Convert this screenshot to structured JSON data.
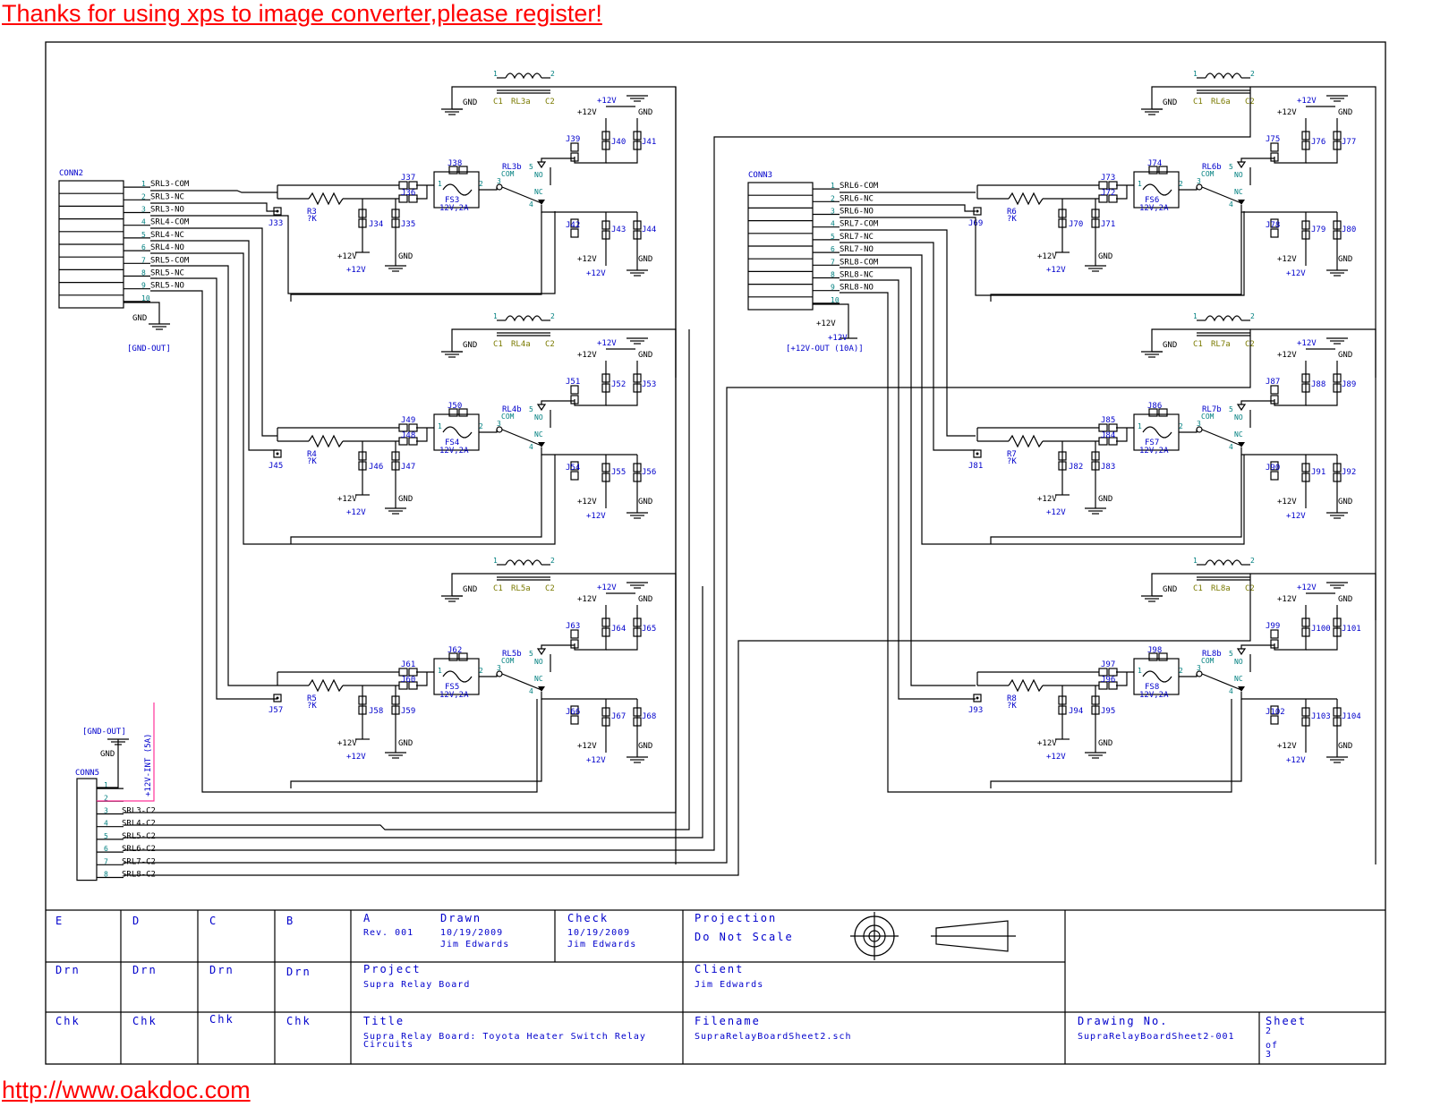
{
  "banner": "Thanks for using xps to image converter,please register!",
  "footer_link": "http://www.oakdoc.com",
  "connectors": {
    "conn2": {
      "name": "CONN2",
      "pins": [
        "1",
        "2",
        "3",
        "4",
        "5",
        "6",
        "7",
        "8",
        "9",
        "10"
      ],
      "signals": [
        "SRL3-COM",
        "SRL3-NC",
        "SRL3-NO",
        "SRL4-COM",
        "SRL4-NC",
        "SRL4-NO",
        "SRL5-COM",
        "SRL5-NC",
        "SRL5-NO"
      ],
      "gnd": "GND",
      "gnd_net": "[GND-OUT]"
    },
    "conn3": {
      "name": "CONN3",
      "pins": [
        "1",
        "2",
        "3",
        "4",
        "5",
        "6",
        "7",
        "8",
        "9",
        "10"
      ],
      "signals": [
        "SRL6-COM",
        "SRL6-NC",
        "SRL6-NO",
        "SRL7-COM",
        "SRL7-NC",
        "SRL7-NO",
        "SRL8-COM",
        "SRL8-NC",
        "SRL8-NO"
      ],
      "pwr": "+12V",
      "pwr2": "+12V",
      "pwr_net": "[+12V-OUT (10A)]"
    },
    "conn5": {
      "name": "CONN5",
      "pins": [
        "1",
        "2",
        "3",
        "4",
        "5",
        "6",
        "7",
        "8"
      ],
      "signals": [
        "SRL3-C2",
        "SRL4-C2",
        "SRL5-C2",
        "SRL6-C2",
        "SRL7-C2",
        "SRL8-C2"
      ],
      "gnd_net": "[GND-OUT]",
      "gnd": "GND",
      "pwr_net": "+12V-INT (5A)"
    }
  },
  "common": {
    "gnd": "GND",
    "p12": "+12V",
    "c1": "C1",
    "c2": "C2",
    "com": "COM",
    "no": "NO",
    "nc": "NC",
    "rval": "?K",
    "fval": "12V,2A",
    "pin1": "1",
    "pin2": "2",
    "pin3": "3",
    "pin4": "4",
    "pin5": "5"
  },
  "relays": [
    {
      "coil": "RL3a",
      "sw": "RL3b",
      "fuse": "FS3",
      "res": "R3",
      "j": [
        "J33",
        "J34",
        "J35",
        "J36",
        "J37",
        "J38",
        "J39",
        "J40",
        "J41",
        "J42",
        "J43",
        "J44"
      ]
    },
    {
      "coil": "RL4a",
      "sw": "RL4b",
      "fuse": "FS4",
      "res": "R4",
      "j": [
        "J45",
        "J46",
        "J47",
        "J48",
        "J49",
        "J50",
        "J51",
        "J52",
        "J53",
        "J54",
        "J55",
        "J56"
      ]
    },
    {
      "coil": "RL5a",
      "sw": "RL5b",
      "fuse": "FS5",
      "res": "R5",
      "j": [
        "J57",
        "J58",
        "J59",
        "J60",
        "J61",
        "J62",
        "J63",
        "J64",
        "J65",
        "J66",
        "J67",
        "J68"
      ]
    },
    {
      "coil": "RL6a",
      "sw": "RL6b",
      "fuse": "FS6",
      "res": "R6",
      "j": [
        "J69",
        "J70",
        "J71",
        "J72",
        "J73",
        "J74",
        "J75",
        "J76",
        "J77",
        "J78",
        "J79",
        "J80"
      ]
    },
    {
      "coil": "RL7a",
      "sw": "RL7b",
      "fuse": "FS7",
      "res": "R7",
      "j": [
        "J81",
        "J82",
        "J83",
        "J84",
        "J85",
        "J86",
        "J87",
        "J88",
        "J89",
        "J90",
        "J91",
        "J92"
      ]
    },
    {
      "coil": "RL8a",
      "sw": "RL8b",
      "fuse": "FS8",
      "res": "R8",
      "j": [
        "J93",
        "J94",
        "J95",
        "J96",
        "J97",
        "J98",
        "J99",
        "J100",
        "J101",
        "J102",
        "J103",
        "J104"
      ]
    }
  ],
  "title_block": {
    "zones": [
      "E",
      "D",
      "C",
      "B",
      "A"
    ],
    "rev": "Rev. 001",
    "drawn_label": "Drawn",
    "drawn_date": "10/19/2009",
    "drawn_by": "Jim Edwards",
    "check_label": "Check",
    "check_date": "10/19/2009",
    "check_by": "Jim Edwards",
    "projection_label": "Projection",
    "projection_value": "Do Not Scale",
    "drn": "Drn",
    "chk": "Chk",
    "project_label": "Project",
    "project_value": "Supra Relay Board",
    "client_label": "Client",
    "client_value": "Jim Edwards",
    "title_label": "Title",
    "title_value_1": "Supra Relay Board: Toyota Heater Switch Relay",
    "title_value_2": "Circuits",
    "filename_label": "Filename",
    "filename_value": "SupraRelayBoardSheet2.sch",
    "drawing_no_label": "Drawing No.",
    "drawing_no_value": "SupraRelayBoardSheet2-001",
    "sheet_label": "Sheet",
    "sheet_num": "2",
    "sheet_of": "of",
    "sheet_total": "3"
  },
  "colors": {
    "banner": "#ff0000",
    "wire": "#000000",
    "label": "#0000cc",
    "pin": "#008080",
    "coil_label": "#7a7a00",
    "power_int": "#ff3399"
  }
}
